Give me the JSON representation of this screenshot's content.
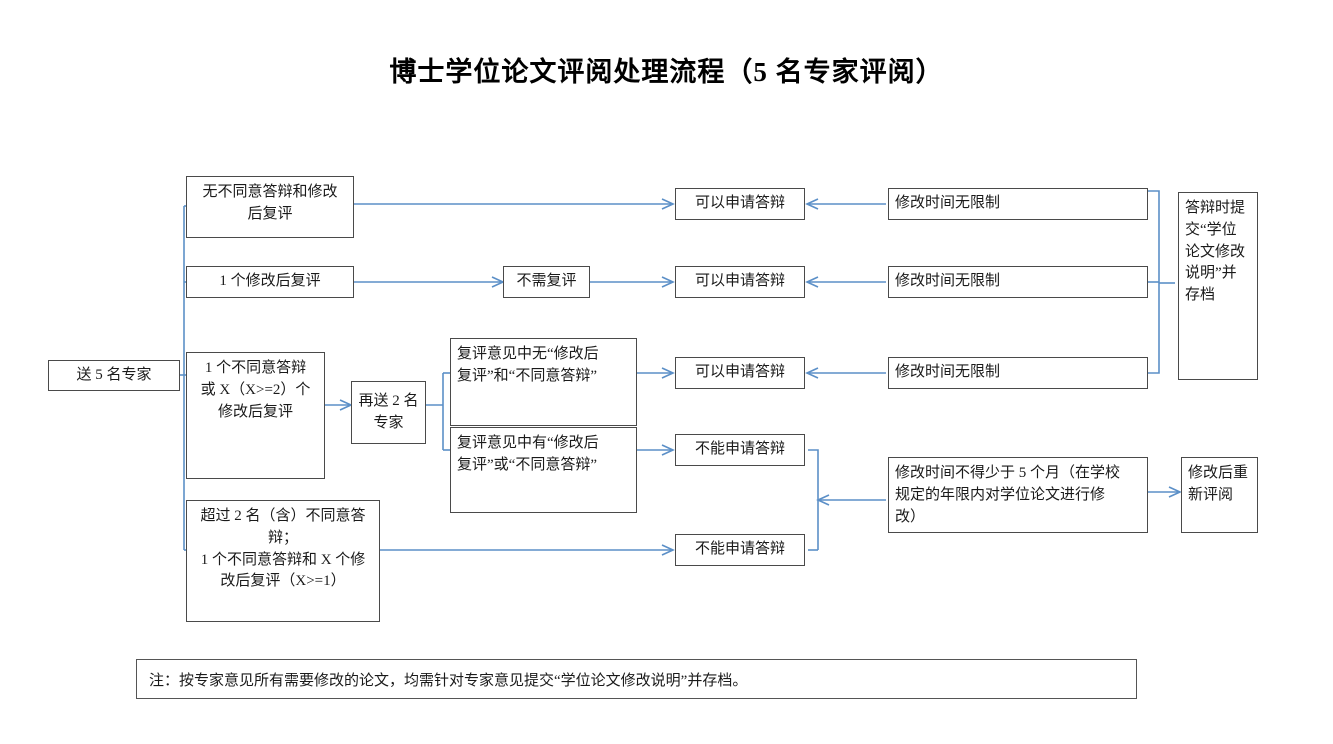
{
  "title": "博士学位论文评阅处理流程（5 名专家评阅）",
  "colors": {
    "box_border": "#4a4a4a",
    "connector": "#5b8fc7",
    "text": "#1a1a1a",
    "background": "#ffffff"
  },
  "nodes": {
    "start": "送 5 名专家",
    "branch_no_objection": "无不同意答辩和修改\n后复评",
    "branch_one_revise": "1 个修改后复评",
    "branch_one_object": "1 个不同意答辩\n或 X（X>=2）个\n修改后复评",
    "branch_over_two": "超过 2 名（含）不同意答\n辩；\n1 个不同意答辩和 X 个修\n改后复评（X>=1）",
    "resend_two": "再送 2 名\n专家",
    "review_none": "复评意见中无“修改后\n复评”和“不同意答辩”",
    "review_some": "复评意见中有“修改后\n复评”或“不同意答辩”",
    "no_re_review": "不需复评",
    "can_apply_1": "可以申请答辩",
    "can_apply_2": "可以申请答辩",
    "can_apply_3": "可以申请答辩",
    "cannot_apply_1": "不能申请答辩",
    "cannot_apply_2": "不能申请答辩",
    "unlimited_time_1": "修改时间无限制",
    "unlimited_time_2": "修改时间无限制",
    "unlimited_time_3": "修改时间无限制",
    "submit_statement": "答辩时提\n交“学位\n论文修改\n说明”并\n存档",
    "min_five_months": "修改时间不得少于 5 个月（在学校\n规定的年限内对学位论文进行修\n改）",
    "re_review_after": "修改后重\n新评阅"
  },
  "note": "注：按专家意见所有需要修改的论文，均需针对专家意见提交“学位论文修改说明”并存档。"
}
